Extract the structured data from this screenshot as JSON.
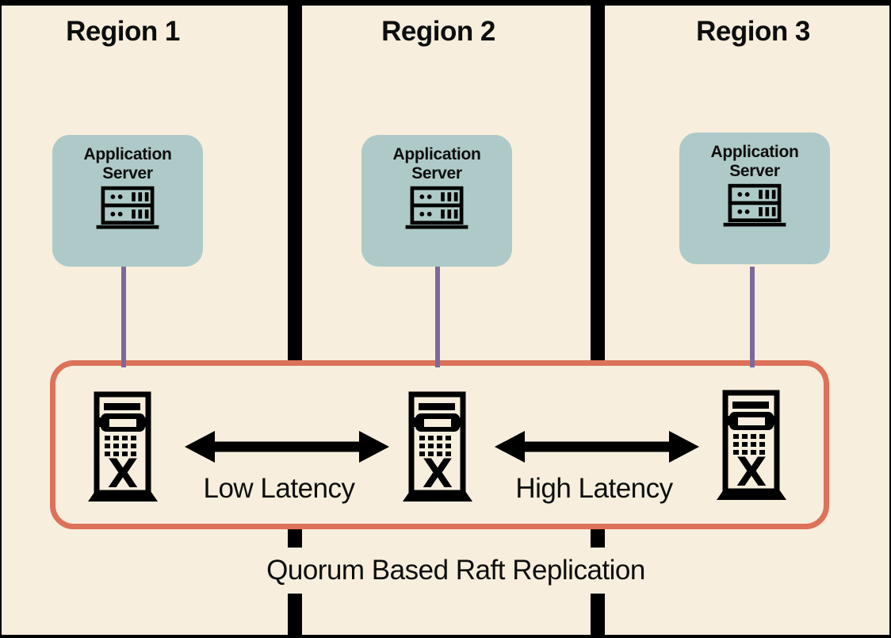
{
  "diagram": {
    "caption": "Quorum Based Raft Replication",
    "db_node_letter": "X",
    "regions": [
      {
        "label": "Region 1",
        "app_server_label": "Application Server"
      },
      {
        "label": "Region 2",
        "app_server_label": "Application Server"
      },
      {
        "label": "Region 3",
        "app_server_label": "Application Server"
      }
    ],
    "connections": [
      {
        "label": "Low Latency"
      },
      {
        "label": "High Latency"
      }
    ]
  },
  "icons": {
    "app_server": "server-rack-icon",
    "db_node": "database-tower-x-icon",
    "link": "double-headed-arrow-icon"
  },
  "colors": {
    "background": "#f7eedd",
    "frame_and_dividers": "#000000",
    "app_server_box": "#aecac8",
    "raft_group_border": "#dd7159",
    "connector_line": "#7c6a9c",
    "text": "#0d0d0d"
  }
}
